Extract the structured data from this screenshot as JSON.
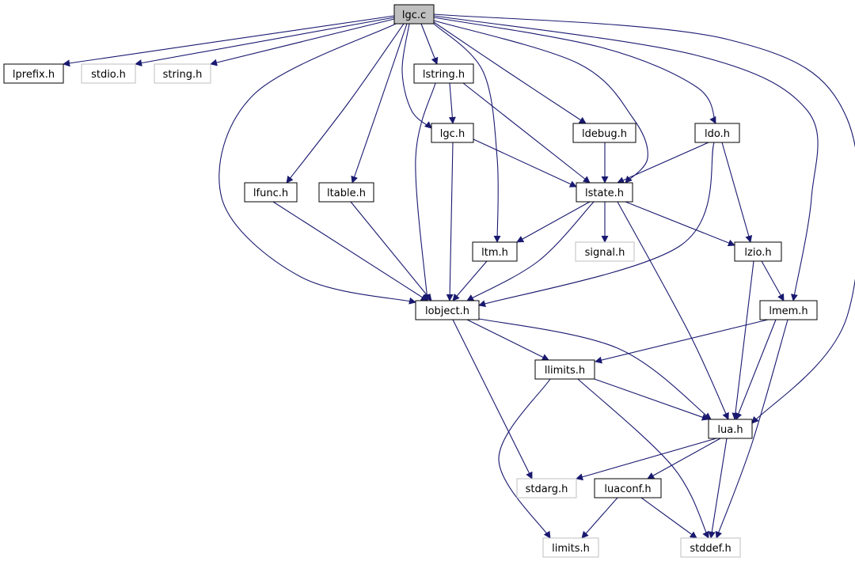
{
  "title": "",
  "colors": {
    "edge": "#191970",
    "root_fill": "#bfbfbf",
    "node_border": "#000000",
    "external_border": "#bfbfbf",
    "node_text": "#000000",
    "external_text": "#000000",
    "background": "#ffffff"
  },
  "nodes": [
    {
      "id": "lgc_c",
      "label": "lgc.c",
      "kind": "root"
    },
    {
      "id": "lprefix_h",
      "label": "lprefix.h",
      "kind": "internal"
    },
    {
      "id": "stdio_h",
      "label": "stdio.h",
      "kind": "external"
    },
    {
      "id": "string_h",
      "label": "string.h",
      "kind": "external"
    },
    {
      "id": "lstring_h",
      "label": "lstring.h",
      "kind": "internal"
    },
    {
      "id": "lgc_h",
      "label": "lgc.h",
      "kind": "internal"
    },
    {
      "id": "ldebug_h",
      "label": "ldebug.h",
      "kind": "internal"
    },
    {
      "id": "ldo_h",
      "label": "ldo.h",
      "kind": "internal"
    },
    {
      "id": "lfunc_h",
      "label": "lfunc.h",
      "kind": "internal"
    },
    {
      "id": "ltable_h",
      "label": "ltable.h",
      "kind": "internal"
    },
    {
      "id": "lstate_h",
      "label": "lstate.h",
      "kind": "internal"
    },
    {
      "id": "ltm_h",
      "label": "ltm.h",
      "kind": "internal"
    },
    {
      "id": "signal_h",
      "label": "signal.h",
      "kind": "external"
    },
    {
      "id": "lzio_h",
      "label": "lzio.h",
      "kind": "internal"
    },
    {
      "id": "lobject_h",
      "label": "lobject.h",
      "kind": "internal"
    },
    {
      "id": "lmem_h",
      "label": "lmem.h",
      "kind": "internal"
    },
    {
      "id": "llimits_h",
      "label": "llimits.h",
      "kind": "internal"
    },
    {
      "id": "lua_h",
      "label": "lua.h",
      "kind": "internal"
    },
    {
      "id": "stdarg_h",
      "label": "stdarg.h",
      "kind": "external"
    },
    {
      "id": "luaconf_h",
      "label": "luaconf.h",
      "kind": "internal"
    },
    {
      "id": "limits_h",
      "label": "limits.h",
      "kind": "external"
    },
    {
      "id": "stddef_h",
      "label": "stddef.h",
      "kind": "external"
    }
  ],
  "edges": [
    [
      "lgc_c",
      "lprefix_h"
    ],
    [
      "lgc_c",
      "stdio_h"
    ],
    [
      "lgc_c",
      "string_h"
    ],
    [
      "lgc_c",
      "lstring_h"
    ],
    [
      "lgc_c",
      "lgc_h"
    ],
    [
      "lgc_c",
      "ldebug_h"
    ],
    [
      "lgc_c",
      "ldo_h"
    ],
    [
      "lgc_c",
      "lfunc_h"
    ],
    [
      "lgc_c",
      "ltable_h"
    ],
    [
      "lgc_c",
      "lstate_h"
    ],
    [
      "lgc_c",
      "ltm_h"
    ],
    [
      "lgc_c",
      "lobject_h"
    ],
    [
      "lgc_c",
      "lmem_h"
    ],
    [
      "lgc_c",
      "lua_h"
    ],
    [
      "lstring_h",
      "lgc_h"
    ],
    [
      "lstring_h",
      "lstate_h"
    ],
    [
      "lstring_h",
      "lobject_h"
    ],
    [
      "lgc_h",
      "lstate_h"
    ],
    [
      "lgc_h",
      "lobject_h"
    ],
    [
      "ldebug_h",
      "lstate_h"
    ],
    [
      "ldo_h",
      "lstate_h"
    ],
    [
      "ldo_h",
      "lzio_h"
    ],
    [
      "ldo_h",
      "lobject_h"
    ],
    [
      "lfunc_h",
      "lobject_h"
    ],
    [
      "ltable_h",
      "lobject_h"
    ],
    [
      "lstate_h",
      "ltm_h"
    ],
    [
      "lstate_h",
      "signal_h"
    ],
    [
      "lstate_h",
      "lzio_h"
    ],
    [
      "lstate_h",
      "lobject_h"
    ],
    [
      "lstate_h",
      "lua_h"
    ],
    [
      "ltm_h",
      "lobject_h"
    ],
    [
      "lzio_h",
      "lmem_h"
    ],
    [
      "lzio_h",
      "lua_h"
    ],
    [
      "lobject_h",
      "llimits_h"
    ],
    [
      "lobject_h",
      "lua_h"
    ],
    [
      "lobject_h",
      "stdarg_h"
    ],
    [
      "lmem_h",
      "llimits_h"
    ],
    [
      "lmem_h",
      "lua_h"
    ],
    [
      "lmem_h",
      "stddef_h"
    ],
    [
      "llimits_h",
      "lua_h"
    ],
    [
      "llimits_h",
      "limits_h"
    ],
    [
      "llimits_h",
      "stddef_h"
    ],
    [
      "lua_h",
      "stdarg_h"
    ],
    [
      "lua_h",
      "luaconf_h"
    ],
    [
      "lua_h",
      "stddef_h"
    ],
    [
      "luaconf_h",
      "limits_h"
    ],
    [
      "luaconf_h",
      "stddef_h"
    ]
  ]
}
